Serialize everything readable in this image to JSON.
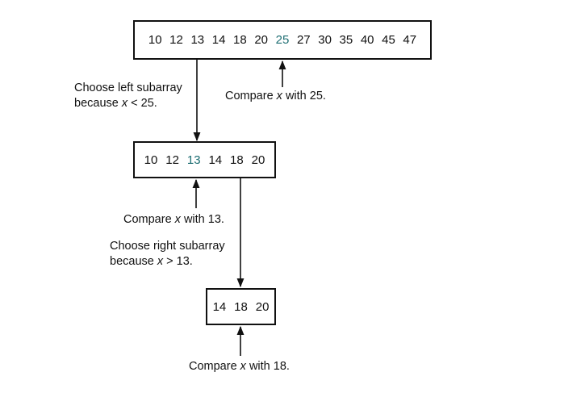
{
  "arrays": {
    "top": {
      "values": [
        "10",
        "12",
        "13",
        "14",
        "18",
        "20",
        "25",
        "27",
        "30",
        "35",
        "40",
        "45",
        "47"
      ],
      "highlight_index": 6
    },
    "mid": {
      "values": [
        "10",
        "12",
        "13",
        "14",
        "18",
        "20"
      ],
      "highlight_index": 2
    },
    "bottom": {
      "values": [
        "14",
        "18",
        "20"
      ],
      "highlight_index": -1
    }
  },
  "notes": {
    "choose_left_1": "Choose left subarray",
    "choose_left_2_pre": "because ",
    "choose_left_2_var": "x",
    "choose_left_2_post": " < 25.",
    "compare25_pre": "Compare ",
    "compare25_var": "x",
    "compare25_post": " with 25.",
    "compare13_pre": "Compare ",
    "compare13_var": "x",
    "compare13_post": " with 13.",
    "choose_right_1": "Choose right subarray",
    "choose_right_2_pre": "because ",
    "choose_right_2_var": "x",
    "choose_right_2_post": " > 13.",
    "compare18_pre": "Compare ",
    "compare18_var": "x",
    "compare18_post": " with 18."
  },
  "colors": {
    "highlight": "#1e6e73",
    "line": "#111111"
  }
}
